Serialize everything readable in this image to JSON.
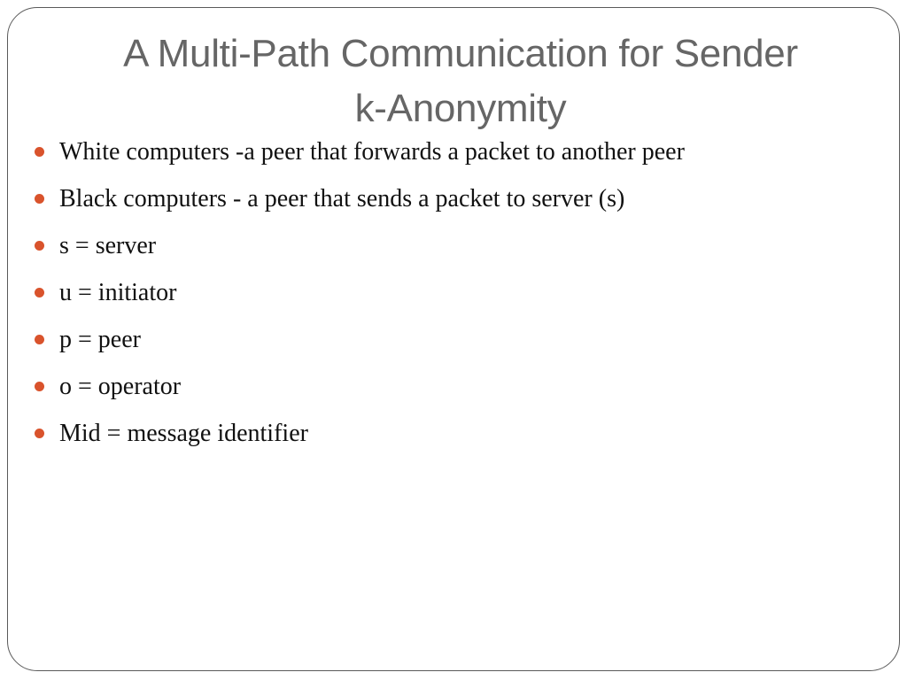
{
  "slide": {
    "title_lines": [
      "A Multi-Path Communication for Sender",
      "k-Anonymity"
    ],
    "bullets": [
      "White computers -a peer that forwards a packet to another peer",
      "Black computers - a peer that sends a packet to server (s)",
      "s = server",
      "u = initiator",
      "p = peer",
      "o = operator",
      "Mid = message identifier"
    ]
  },
  "colors": {
    "bullet_marker": "#d9532c",
    "title_text": "#666666",
    "body_text": "#111111",
    "frame_border": "#5a5a5a"
  },
  "icons": {
    "bullet_marker": "bullet-dot-icon"
  }
}
